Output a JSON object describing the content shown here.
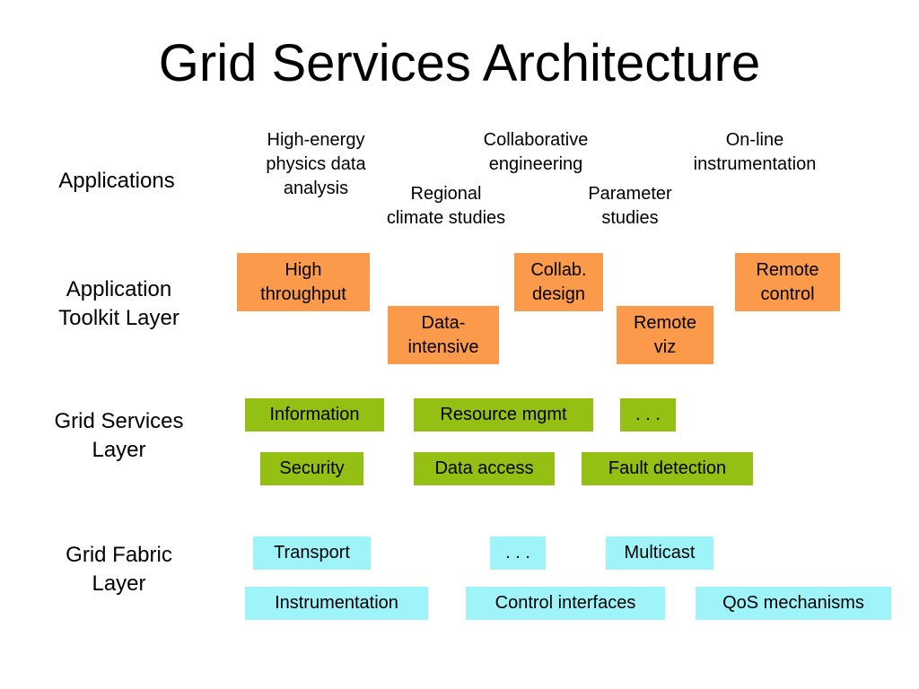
{
  "title": "Grid Services Architecture",
  "colors": {
    "toolkit": "#fa9a4a",
    "services": "#93c012",
    "fabric": "#9ff4fa"
  },
  "layers": {
    "applications": "Applications",
    "toolkit": [
      "Application",
      "Toolkit Layer"
    ],
    "services": [
      "Grid Services",
      "Layer"
    ],
    "fabric": [
      "Grid Fabric",
      "Layer"
    ]
  },
  "applications": [
    [
      "High-energy",
      "physics data",
      "analysis"
    ],
    [
      "Collaborative",
      "engineering"
    ],
    [
      "On-line",
      "instrumentation"
    ],
    [
      "Regional",
      "climate studies"
    ],
    [
      "Parameter",
      "studies"
    ]
  ],
  "toolkit": [
    [
      "High",
      "throughput"
    ],
    [
      "Collab.",
      "design"
    ],
    [
      "Remote",
      "control"
    ],
    [
      "Data-",
      "intensive"
    ],
    [
      "Remote",
      "viz"
    ]
  ],
  "services": [
    "Information",
    "Resource mgmt",
    ". . .",
    "Security",
    "Data access",
    "Fault detection"
  ],
  "fabric": [
    "Transport",
    ". . .",
    "Multicast",
    "Instrumentation",
    "Control interfaces",
    "QoS mechanisms"
  ]
}
